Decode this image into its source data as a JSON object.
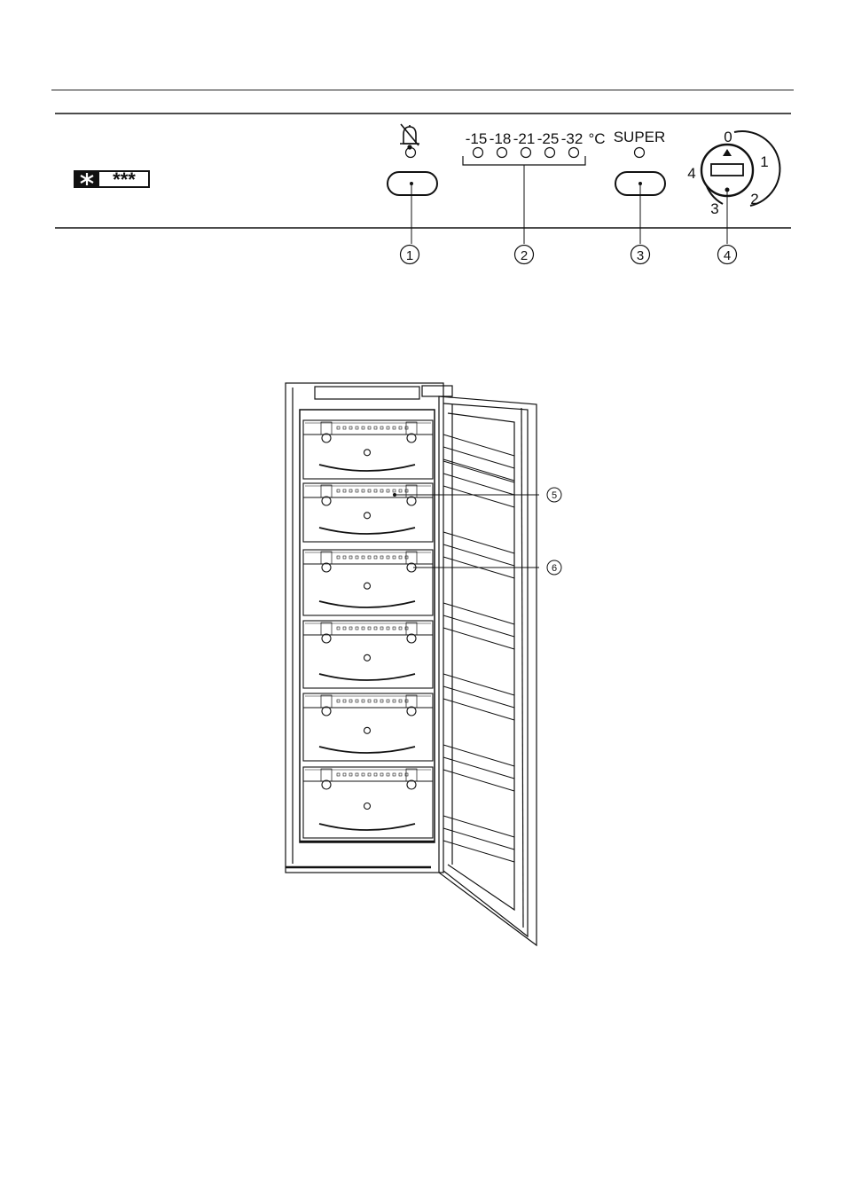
{
  "panel": {
    "star_rating": "***",
    "temperatures": [
      "-15",
      "-18",
      "-21",
      "-25",
      "-32"
    ],
    "unit": "°C",
    "super_label": "SUPER",
    "dial_positions": [
      "0",
      "1",
      "2",
      "3",
      "4"
    ],
    "callouts": [
      "1",
      "2",
      "3",
      "4"
    ],
    "icons": {
      "alarm": "bell-off-icon",
      "freezer": "snowflake-icon"
    }
  },
  "appliance": {
    "callouts": [
      "5",
      "6"
    ],
    "drawer_count": 6
  }
}
